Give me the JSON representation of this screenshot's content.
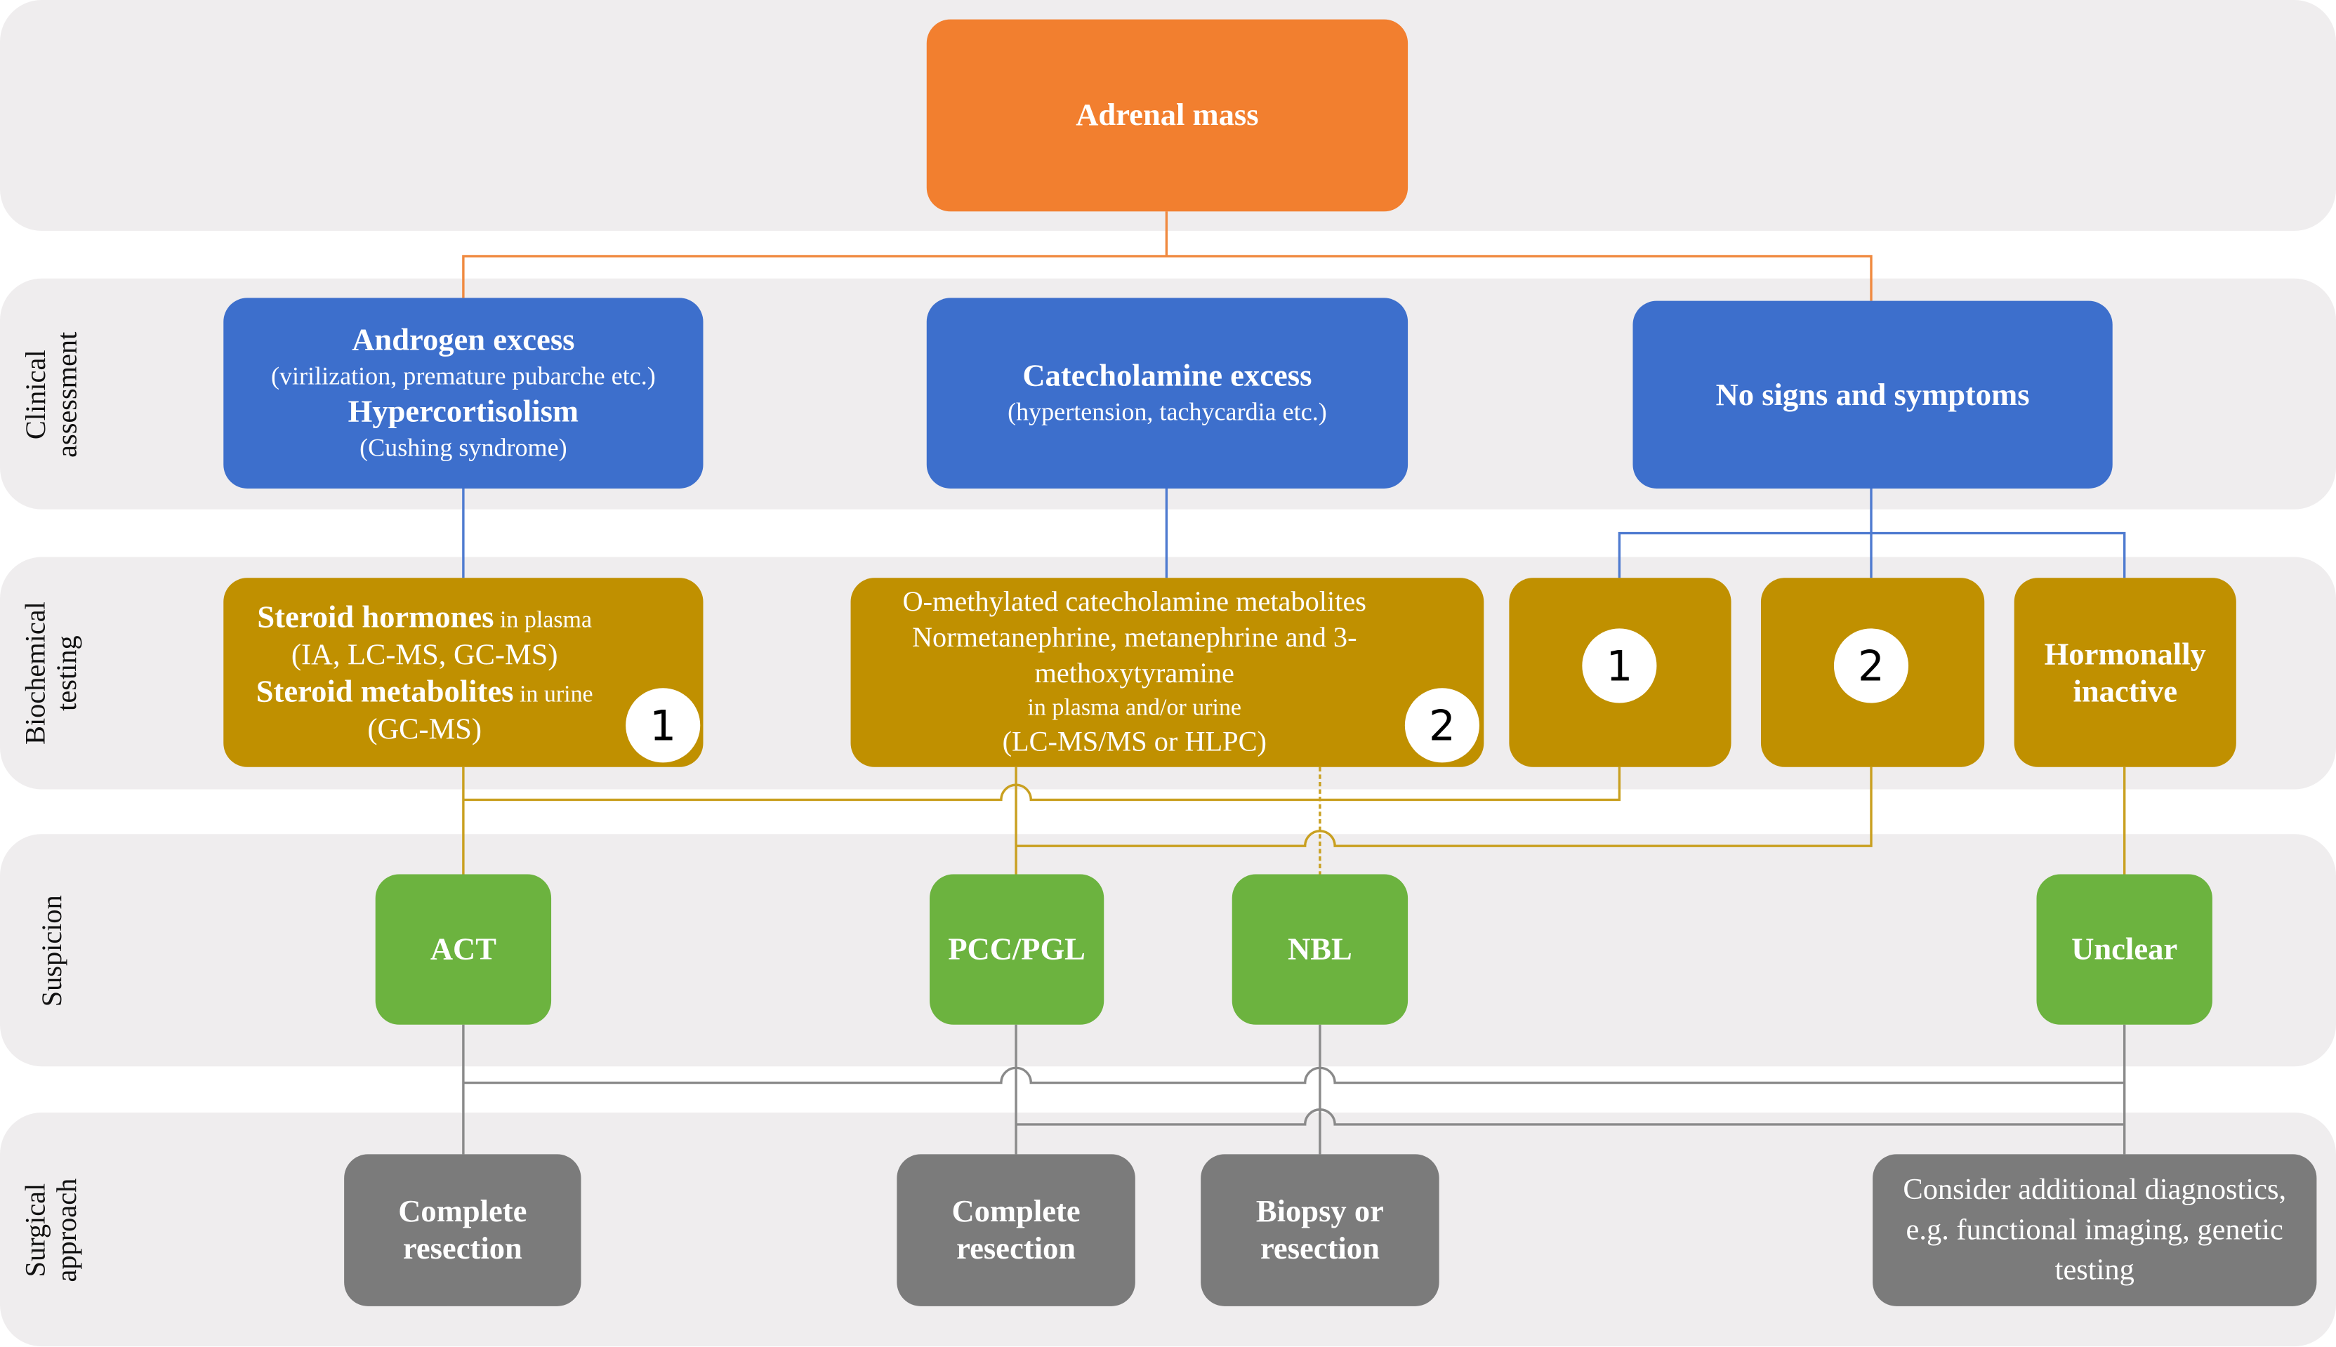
{
  "rows": [
    "Clinical assessment",
    "Biochemical testing",
    "Suspicion",
    "Surgical approach"
  ],
  "rows_lines": [
    [
      "Clinical",
      "assessment"
    ],
    [
      "Biochemical",
      "testing"
    ],
    [
      "Suspicion"
    ],
    [
      "Surgical",
      "approach"
    ]
  ],
  "root": "Adrenal mass",
  "clinical": {
    "androgen_title": "Androgen excess",
    "androgen_sub": "(virilization, premature pubarche etc.)",
    "hypercort_title": "Hypercortisolism",
    "hypercort_sub": "(Cushing syndrome)",
    "catechol_title": "Catecholamine excess",
    "catechol_sub": "(hypertension, tachycardia etc.)",
    "none": "No signs and symptoms"
  },
  "biochem": {
    "steroid_h": "Steroid hormones",
    "in_plasma": " in plasma",
    "methods1": "(IA, LC-MS, GC-MS)",
    "steroid_m": "Steroid metabolites",
    "in_urine": " in urine",
    "methods2": "(GC-MS)",
    "omethyl_1": "O-methylated catecholamine metabolites",
    "omethyl_2": "Normetanephrine, metanephrine and 3-",
    "omethyl_3": "methoxytyramine",
    "omethyl_4": "in plasma and/or urine",
    "omethyl_5": "(LC-MS/MS or HLPC)",
    "ref1": "1",
    "ref2": "2",
    "inactive": "Hormonally inactive"
  },
  "suspicion": [
    "ACT",
    "PCC/PGL",
    "NBL",
    "Unclear"
  ],
  "surgical": [
    "Complete resection",
    "Complete resection",
    "Biopsy or resection",
    "Consider additional diagnostics, e.g. functional imaging, genetic testing"
  ],
  "colors": {
    "root": "#f27f2f",
    "clinical": "#3d6fcc",
    "biochem": "#c09000",
    "suspicion": "#6cb33f",
    "surgical": "#7b7b7b"
  }
}
